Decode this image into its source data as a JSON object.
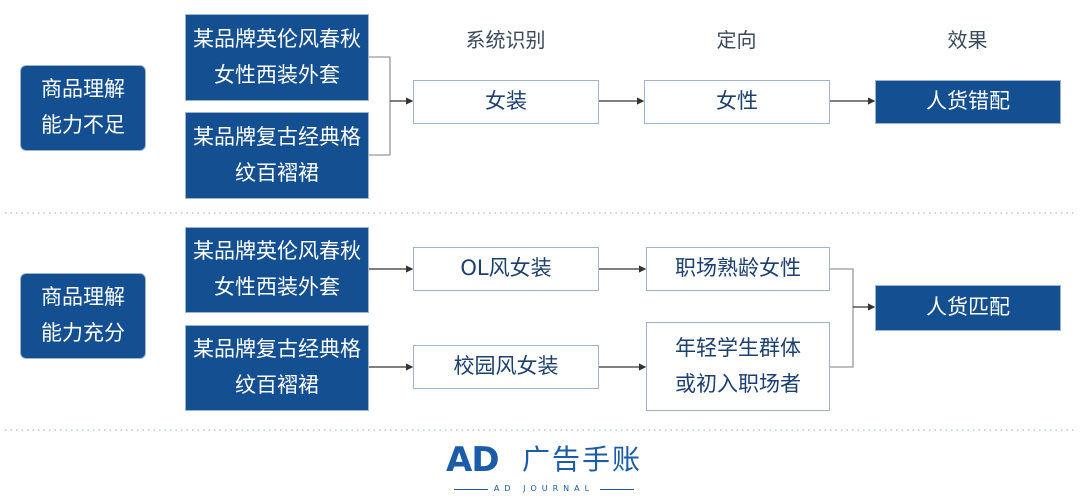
{
  "headers": {
    "recognition": "系统识别",
    "targeting": "定向",
    "effect": "效果"
  },
  "colors": {
    "primary": "#144f91",
    "border": "#9fb4cf"
  },
  "insufficient": {
    "label": "商品理解能力不足",
    "sources": [
      "某品牌英伦风春秋女性西装外套",
      "某品牌复古经典格纹百褶裙"
    ],
    "recognition": "女装",
    "targeting": "女性",
    "effect": "人货错配"
  },
  "sufficient": {
    "label": "商品理解能力充分",
    "sources": [
      "某品牌英伦风春秋女性西装外套",
      "某品牌复古经典格纹百褶裙"
    ],
    "recognition": [
      "OL风女装",
      "校园风女装"
    ],
    "targeting": [
      "职场熟龄女性",
      "年轻学生群体或初入职场者"
    ],
    "effect": "人货匹配"
  },
  "logo": {
    "mark": "AD",
    "name": "广告手账",
    "tagline": "AD JOURNAL"
  }
}
